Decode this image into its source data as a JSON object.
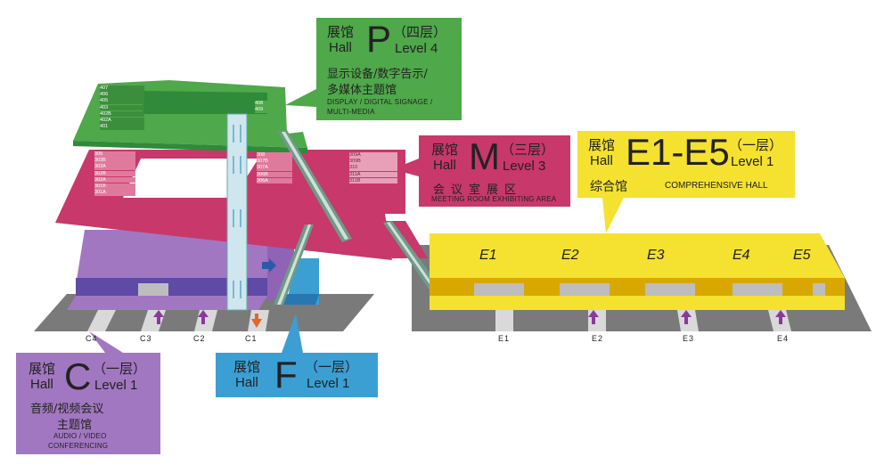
{
  "halls": {
    "P": {
      "zh": "展馆",
      "en": "Hall",
      "letter": "P",
      "level_zh": "（四层）",
      "level_en": "Level 4",
      "desc_zh_1": "显示设备/数字告示/",
      "desc_zh_2": "多媒体主题馆",
      "desc_en_1": "DISPLAY / DIGITAL SIGNAGE /",
      "desc_en_2": "MULTI-MEDIA",
      "color": "#4fa84a",
      "rooms_left": [
        "407",
        "406",
        "405",
        "403",
        "402B",
        "402A",
        "401"
      ],
      "rooms_right": [
        "408",
        "409"
      ]
    },
    "M": {
      "zh": "展馆",
      "en": "Hall",
      "letter": "M",
      "level_zh": "（三层）",
      "level_en": "Level 3",
      "desc_zh": "会议室展区",
      "desc_en": "MEETING ROOM EXHIBITING AREA",
      "color": "#c8386a",
      "rooms_a": [
        "305",
        "303B",
        "303A",
        "302B",
        "302A",
        "301B",
        "301A"
      ],
      "rooms_b": [
        "308",
        "307B",
        "307A",
        "306B",
        "306A"
      ],
      "rooms_c": [
        "309A",
        "309B",
        "310",
        "311A",
        "311B"
      ]
    },
    "E": {
      "zh": "展馆",
      "en": "Hall",
      "letter": "E1-E5",
      "level_zh": "（一层）",
      "level_en": "Level 1",
      "desc_zh": "综合馆",
      "desc_en": "COMPREHENSIVE HALL",
      "color": "#f5e12f",
      "sections": [
        "E1",
        "E2",
        "E3",
        "E4",
        "E5"
      ],
      "entrances": [
        "E1",
        "E2",
        "E3",
        "E4"
      ]
    },
    "C": {
      "zh": "展馆",
      "en": "Hall",
      "letter": "C",
      "level_zh": "（一层）",
      "level_en": "Level 1",
      "desc_zh_1": "音频/视频会议",
      "desc_zh_2": "主题馆",
      "desc_en_1": "AUDIO / VIDEO",
      "desc_en_2": "CONFERENCING",
      "color": "#a277c1",
      "entrances": [
        "C4",
        "C3",
        "C2",
        "C1"
      ]
    },
    "F": {
      "zh": "展馆",
      "en": "Hall",
      "letter": "F",
      "level_zh": "（一层）",
      "level_en": "Level 1",
      "color": "#3b9fd4"
    }
  }
}
